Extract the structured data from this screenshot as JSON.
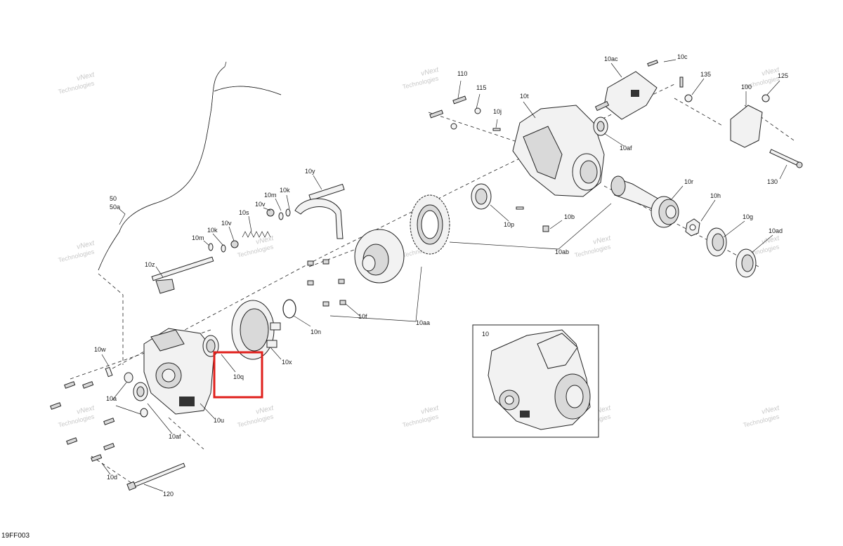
{
  "diagram": {
    "figure_id": "19FF003",
    "highlight_color": "#e0201c",
    "highlight_label": "10q",
    "inset_label": "10",
    "watermark": {
      "line1": "vNext",
      "line2": "Technologies"
    },
    "callouts": {
      "c50": "50",
      "c50a": "50a",
      "c10z": "10z",
      "c10m_a": "10m",
      "c10k_a": "10k",
      "c10v_a": "10v",
      "c10s": "10s",
      "c10v_b": "10v",
      "c10m_b": "10m",
      "c10k_b": "10k",
      "c10y": "10y",
      "c110": "110",
      "c115": "115",
      "c10j": "10j",
      "c10t": "10t",
      "c10ac": "10ac",
      "c10c": "10c",
      "c135": "135",
      "c100": "100",
      "c125": "125",
      "c10af_top": "10af",
      "c130": "130",
      "c10r": "10r",
      "c10h": "10h",
      "c10g": "10g",
      "c10ad": "10ad",
      "c10p": "10p",
      "c10b": "10b",
      "c10ab": "10ab",
      "c10n": "10n",
      "c10f": "10f",
      "c10aa": "10aa",
      "c10x": "10x",
      "c10w": "10w",
      "c10a": "10a",
      "c10af_bot": "10af",
      "c10u": "10u",
      "c10d": "10d",
      "c120": "120"
    }
  }
}
